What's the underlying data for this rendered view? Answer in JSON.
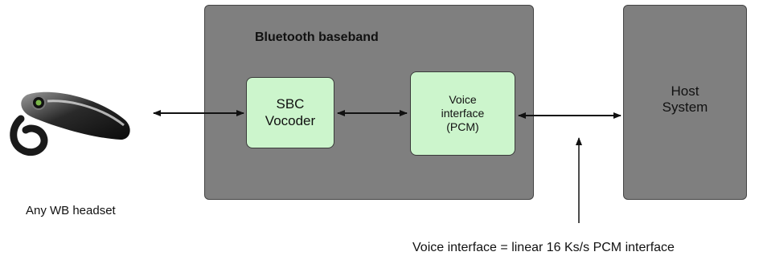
{
  "baseband": {
    "title": "Bluetooth baseband"
  },
  "sbc": {
    "label": "SBC\nVocoder"
  },
  "pcm": {
    "label": "Voice\ninterface\n(PCM)"
  },
  "host": {
    "label": "Host\nSystem"
  },
  "headset": {
    "label": "Any WB headset"
  },
  "note": {
    "text": "Voice interface = linear 16 Ks/s PCM interface"
  },
  "colors": {
    "block_gray": "#7f7f7f",
    "module_green": "#ccf5cc",
    "arrow": "#111111"
  }
}
